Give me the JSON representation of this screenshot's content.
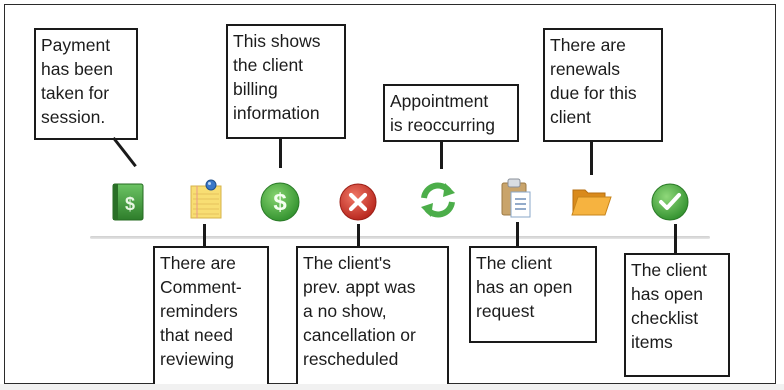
{
  "callouts": {
    "payment": [
      "Payment",
      "has been",
      "taken for",
      "session."
    ],
    "billing": [
      "This shows",
      "the client",
      "billing",
      "information"
    ],
    "recurring": [
      "Appointment",
      "is reoccurring"
    ],
    "renewals": [
      "There are",
      "renewals",
      "due for this",
      "client"
    ],
    "comments": [
      "There are",
      "Comment-",
      "reminders",
      "that need",
      "reviewing"
    ],
    "noshow": [
      "The client's",
      "prev. appt was",
      "a no show,",
      "cancellation or",
      "rescheduled"
    ],
    "request": [
      "The client",
      "has an open",
      "request"
    ],
    "checklist": [
      "The client",
      "has open",
      "checklist",
      "items"
    ]
  },
  "icons": [
    {
      "name": "payment-taken-icon",
      "glyph": "$"
    },
    {
      "name": "comment-reminders-icon"
    },
    {
      "name": "billing-info-icon",
      "glyph": "$"
    },
    {
      "name": "no-show-icon",
      "glyph": "×"
    },
    {
      "name": "recurring-appointment-icon"
    },
    {
      "name": "open-request-icon"
    },
    {
      "name": "renewals-folder-icon"
    },
    {
      "name": "checklist-icon",
      "glyph": "✓"
    }
  ],
  "colors": {
    "green_book": "#3f9a3a",
    "green_coin": "#47b043",
    "red_x": "#d63a2c",
    "green_refresh": "#4cae4a",
    "folder": "#f2a52b",
    "notepad": "#f7d96a",
    "clipboard": "#c9a46b"
  }
}
